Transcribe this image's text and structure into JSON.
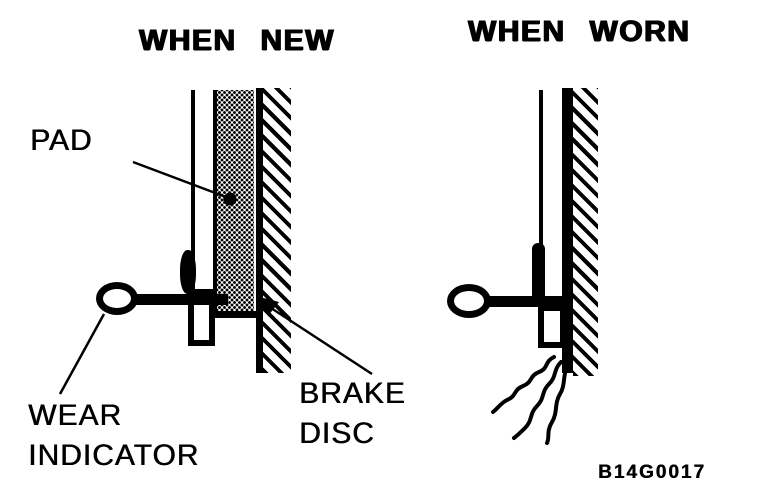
{
  "diagram": {
    "kind": "brake-pad-wear-indicator",
    "background_color": "#ffffff",
    "ink_color": "#000000"
  },
  "panels": {
    "new": {
      "title": "WHEN NEW"
    },
    "worn": {
      "title": "WHEN WORN"
    }
  },
  "labels": {
    "pad": "PAD",
    "wear_indicator_line1": "WEAR",
    "wear_indicator_line2": "INDICATOR",
    "brake_disc_line1": "BRAKE",
    "brake_disc_line2": "DISC"
  },
  "footer": {
    "figure_code": "B14G0017"
  }
}
